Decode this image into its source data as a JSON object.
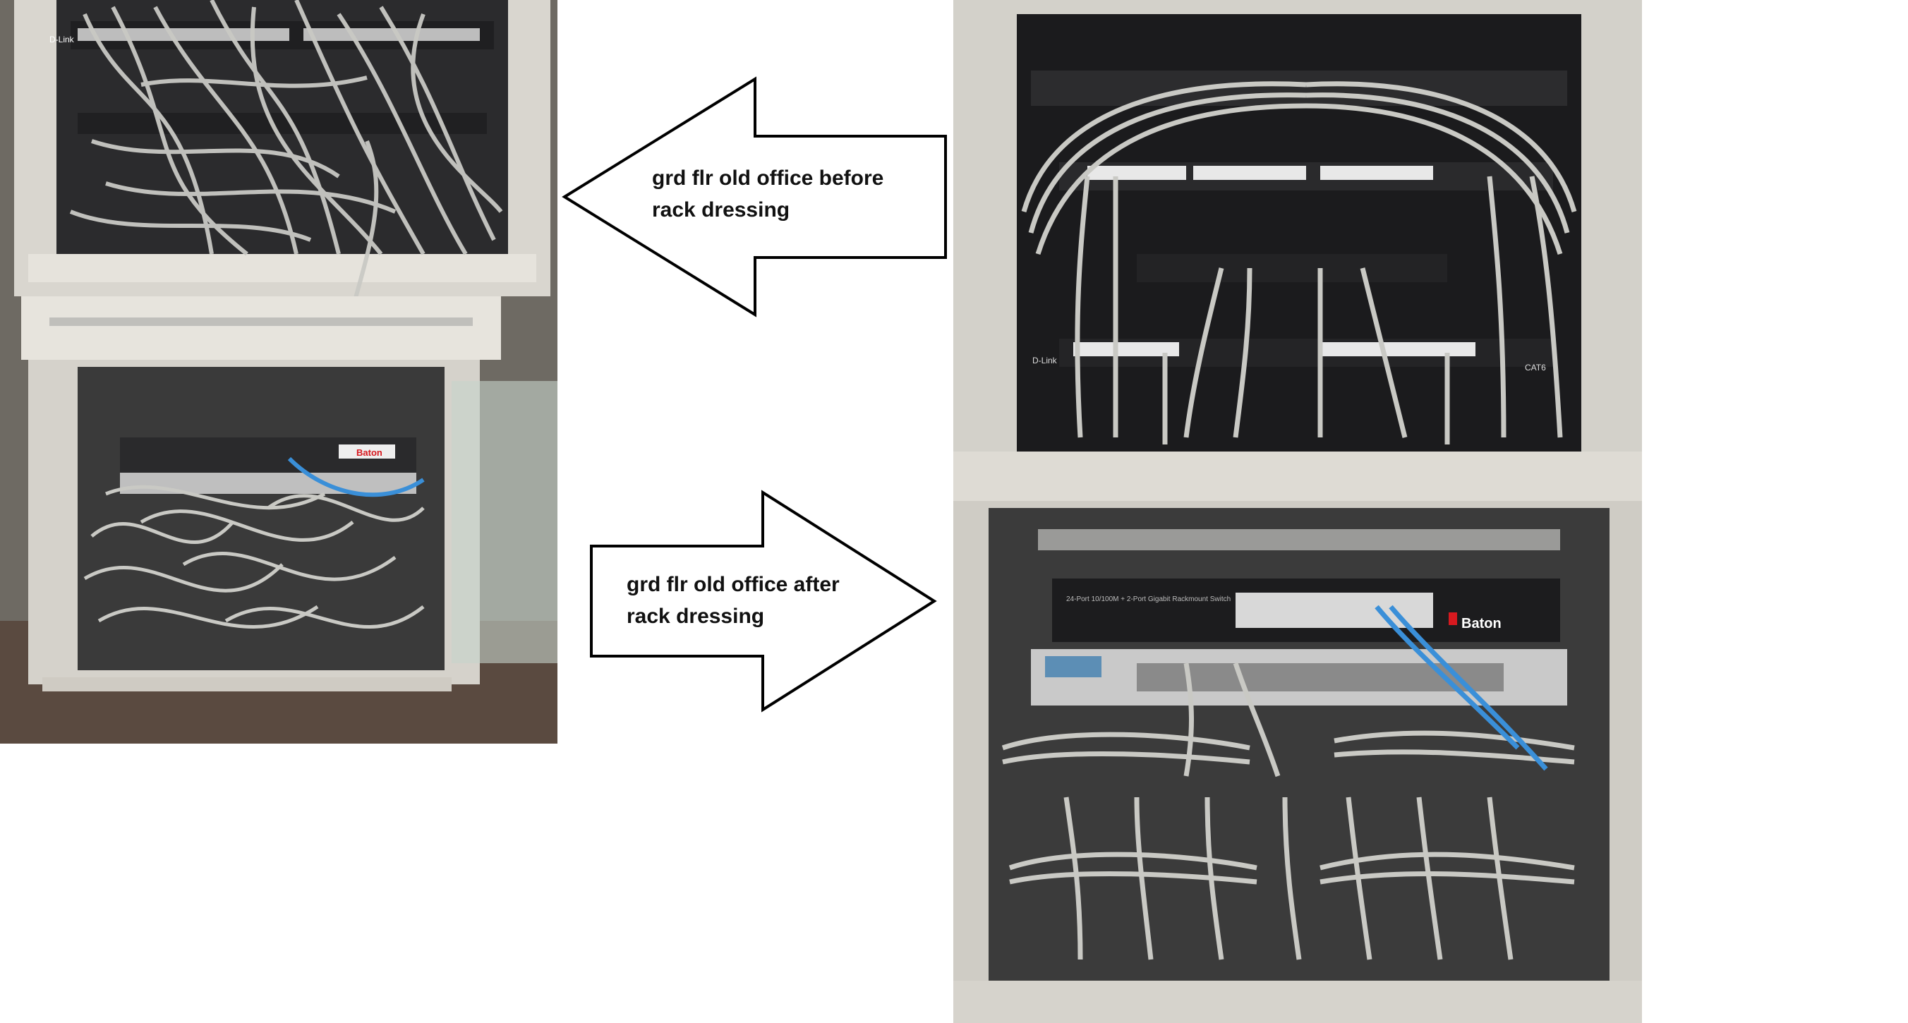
{
  "photos": [
    {
      "name": "rack-before-photo",
      "description_icon": "server-rack-photo"
    },
    {
      "name": "rack-after-photo",
      "description_icon": "server-rack-photo"
    }
  ],
  "arrows": {
    "before": {
      "direction": "left",
      "label": "grd flr old office before rack dressing"
    },
    "after": {
      "direction": "right",
      "label": "grd flr old office after rack dressing"
    }
  },
  "equipment_labels": {
    "switch_brand": "Baton",
    "patch_panel_brand": "D-Link",
    "patch_panel_category": "CAT6",
    "switch_model": "24-Port 10/100M + 2-Port Gigabit Rackmount Switch"
  },
  "colors": {
    "background": "#ffffff",
    "arrow_fill": "#ffffff",
    "arrow_stroke": "#000000",
    "rack_frame": "#d6d4ce",
    "cable_grey": "#c9c9c4",
    "cable_blue": "#3a8fd8",
    "switch_body": "#1c1c1e",
    "brand_red": "#d7191f"
  }
}
